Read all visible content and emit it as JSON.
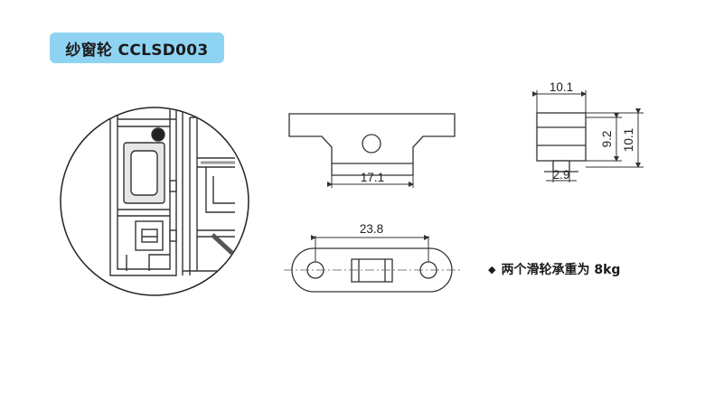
{
  "title": "纱窗轮 CCLSD003",
  "dimensions": {
    "top_view_width": "10.1",
    "side_view_inner_height": "9.2",
    "side_view_total_height": "10.1",
    "shaft_diameter": "2.9",
    "front_view_base": "17.1",
    "bottom_view_hole_spacing": "23.8"
  },
  "note": {
    "bullet": "◆",
    "text": "两个滑轮承重为 8kg"
  },
  "colors": {
    "badge": "#8fd3f2",
    "line": "#333333"
  }
}
